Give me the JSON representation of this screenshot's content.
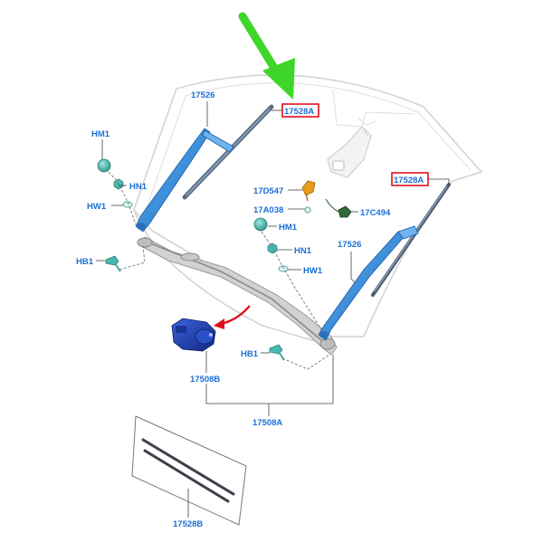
{
  "colors": {
    "label": "#1a6fd6",
    "highlight_box": "#e0101a",
    "arrow_green": "#3fd62a",
    "arrow_red": "#e0101a",
    "wiper_arm": "#3b8fd8",
    "motor": "#1e3fb0",
    "grommet": "#49b9b0",
    "nozzle_orange": "#e89a1a",
    "connector_green": "#2f6b3a"
  },
  "labels": {
    "part_17526_left": "17526",
    "part_17528A_left": "17528A",
    "part_HM1_left": "HM1",
    "part_HN1_left": "HN1",
    "part_HW1_left": "HW1",
    "part_HB1_left": "HB1",
    "part_17D547": "17D547",
    "part_17A038": "17A038",
    "part_17C494": "17C494",
    "part_HM1_right": "HM1",
    "part_HN1_right": "HN1",
    "part_HW1_right": "HW1",
    "part_17526_right": "17526",
    "part_17528A_right": "17528A",
    "part_HB1_right": "HB1",
    "part_17508B": "17508B",
    "part_17508A": "17508A",
    "part_17528B": "17528B"
  },
  "icons": {
    "green_arrow": "arrow-down-right-icon",
    "red_arrow": "curved-arrow-left-icon"
  }
}
